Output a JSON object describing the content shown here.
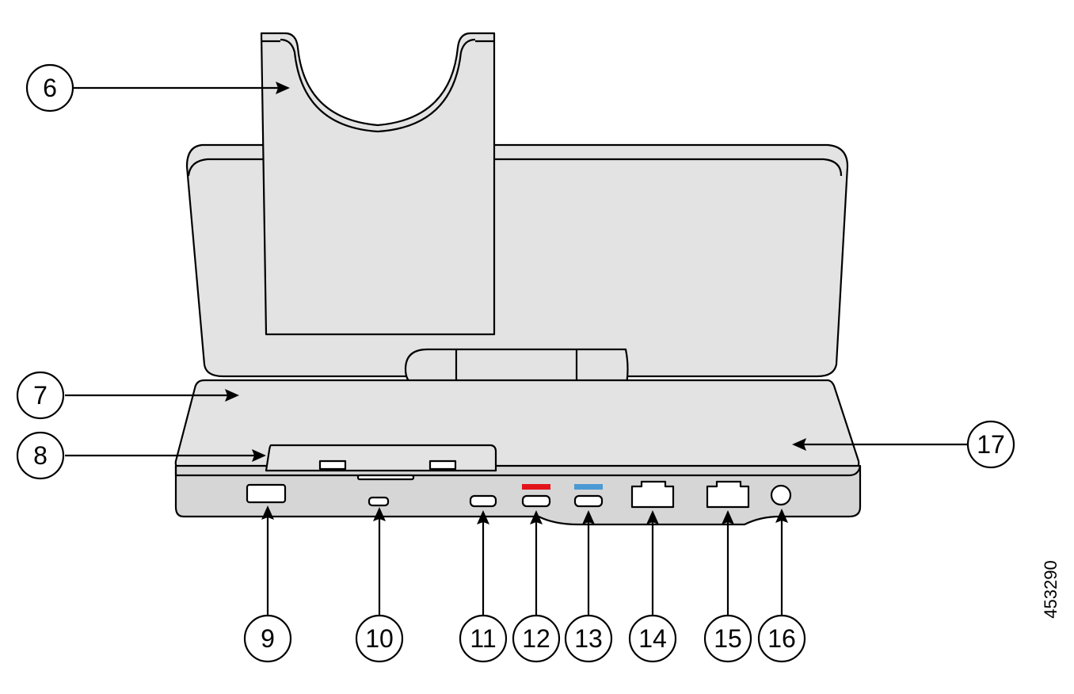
{
  "figure_id": "453290",
  "callouts": [
    {
      "key": "c6",
      "label": "6"
    },
    {
      "key": "c7",
      "label": "7"
    },
    {
      "key": "c8",
      "label": "8"
    },
    {
      "key": "c9",
      "label": "9"
    },
    {
      "key": "c10",
      "label": "10"
    },
    {
      "key": "c11",
      "label": "11"
    },
    {
      "key": "c12",
      "label": "12"
    },
    {
      "key": "c13",
      "label": "13"
    },
    {
      "key": "c14",
      "label": "14"
    },
    {
      "key": "c15",
      "label": "15"
    },
    {
      "key": "c16",
      "label": "16"
    },
    {
      "key": "c17",
      "label": "17"
    }
  ],
  "colors": {
    "device_body": "#e3e3e3",
    "device_shade": "#d6d6d6",
    "port_12_marker": "#e2141b",
    "port_13_marker": "#4a9ad4",
    "outline": "#000000"
  }
}
